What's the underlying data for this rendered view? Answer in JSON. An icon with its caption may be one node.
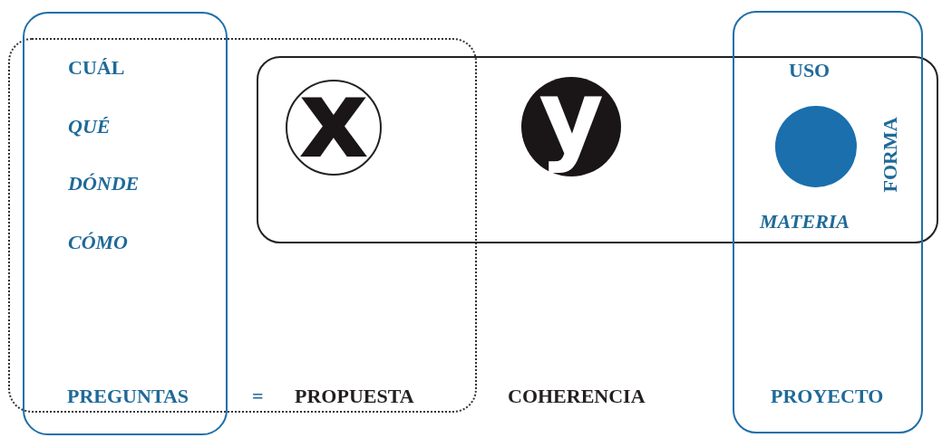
{
  "diagram": {
    "nodes": [
      {
        "text": [
          "CUÁL",
          "QUÉ",
          "DÓNDE",
          "CÓMO",
          "PREGUNTAS"
        ]
      },
      {
        "text": [
          "PROPUESTA"
        ]
      },
      {
        "text": [],
        "shape": "box"
      },
      {
        "text": [
          "x"
        ]
      },
      {
        "text": [
          "y"
        ],
        "in": 2
      },
      {
        "text": [],
        "shape": "circle"
      },
      {
        "text": [
          "USO",
          "FORMA",
          "MATERIA",
          "PROYECTO"
        ]
      }
    ],
    "edges": [],
    "labels": [
      "=",
      "COHERENCIA"
    ]
  }
}
